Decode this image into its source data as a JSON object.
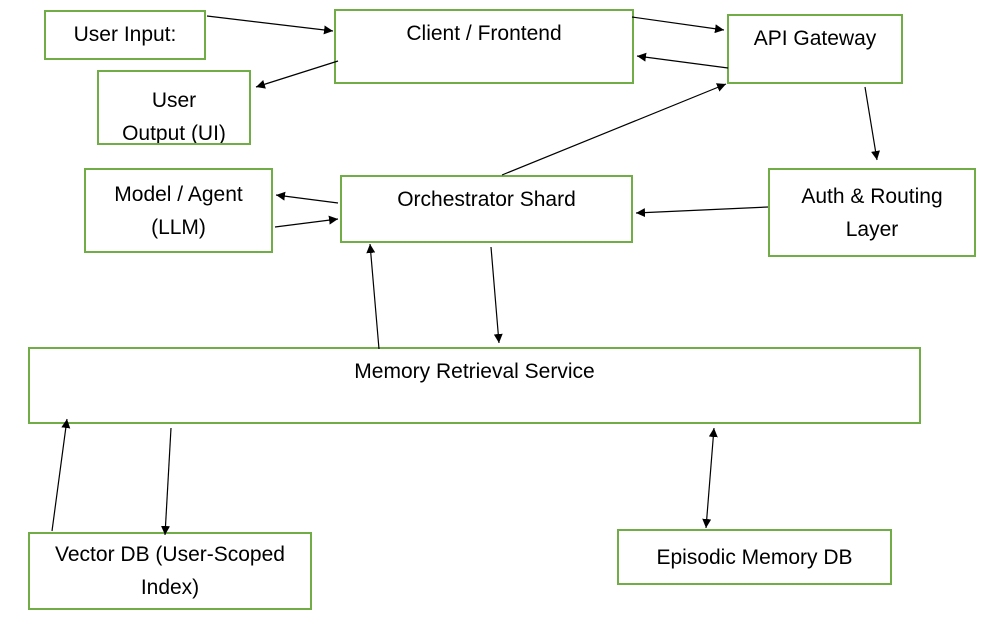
{
  "diagram": {
    "nodes": {
      "user_input": {
        "lines": [
          "User Input:"
        ]
      },
      "client": {
        "lines": [
          "Client / Frontend"
        ]
      },
      "api_gateway": {
        "lines": [
          "API Gateway"
        ]
      },
      "user_output": {
        "lines": [
          "User",
          "Output (UI)"
        ]
      },
      "model_agent": {
        "lines": [
          "Model / Agent",
          "(LLM)"
        ]
      },
      "orchestrator": {
        "lines": [
          "Orchestrator Shard"
        ]
      },
      "auth_routing": {
        "lines": [
          "Auth & Routing",
          "Layer"
        ]
      },
      "memory": {
        "lines": [
          "Memory Retrieval Service"
        ]
      },
      "vector_db": {
        "lines": [
          "Vector DB (User-Scoped",
          "Index)"
        ]
      },
      "episodic": {
        "lines": [
          "Episodic Memory DB"
        ]
      }
    },
    "edges": [
      {
        "from": "user_input",
        "to": "client",
        "direction": "forward"
      },
      {
        "from": "client",
        "to": "user_output",
        "direction": "forward"
      },
      {
        "from": "client",
        "to": "api_gateway",
        "direction": "forward"
      },
      {
        "from": "api_gateway",
        "to": "client",
        "direction": "forward"
      },
      {
        "from": "api_gateway",
        "to": "auth_routing",
        "direction": "forward"
      },
      {
        "from": "auth_routing",
        "to": "orchestrator",
        "direction": "forward"
      },
      {
        "from": "orchestrator",
        "to": "api_gateway",
        "direction": "forward"
      },
      {
        "from": "orchestrator",
        "to": "model_agent",
        "direction": "forward"
      },
      {
        "from": "model_agent",
        "to": "orchestrator",
        "direction": "forward"
      },
      {
        "from": "orchestrator",
        "to": "memory",
        "direction": "forward"
      },
      {
        "from": "memory",
        "to": "orchestrator",
        "direction": "forward"
      },
      {
        "from": "memory",
        "to": "vector_db",
        "direction": "forward"
      },
      {
        "from": "vector_db",
        "to": "memory",
        "direction": "forward"
      },
      {
        "from": "memory",
        "to": "episodic",
        "direction": "both"
      }
    ],
    "colors": {
      "box_border": "#70ad47",
      "arrow": "#000000",
      "text": "#000000",
      "background": "#ffffff"
    }
  }
}
